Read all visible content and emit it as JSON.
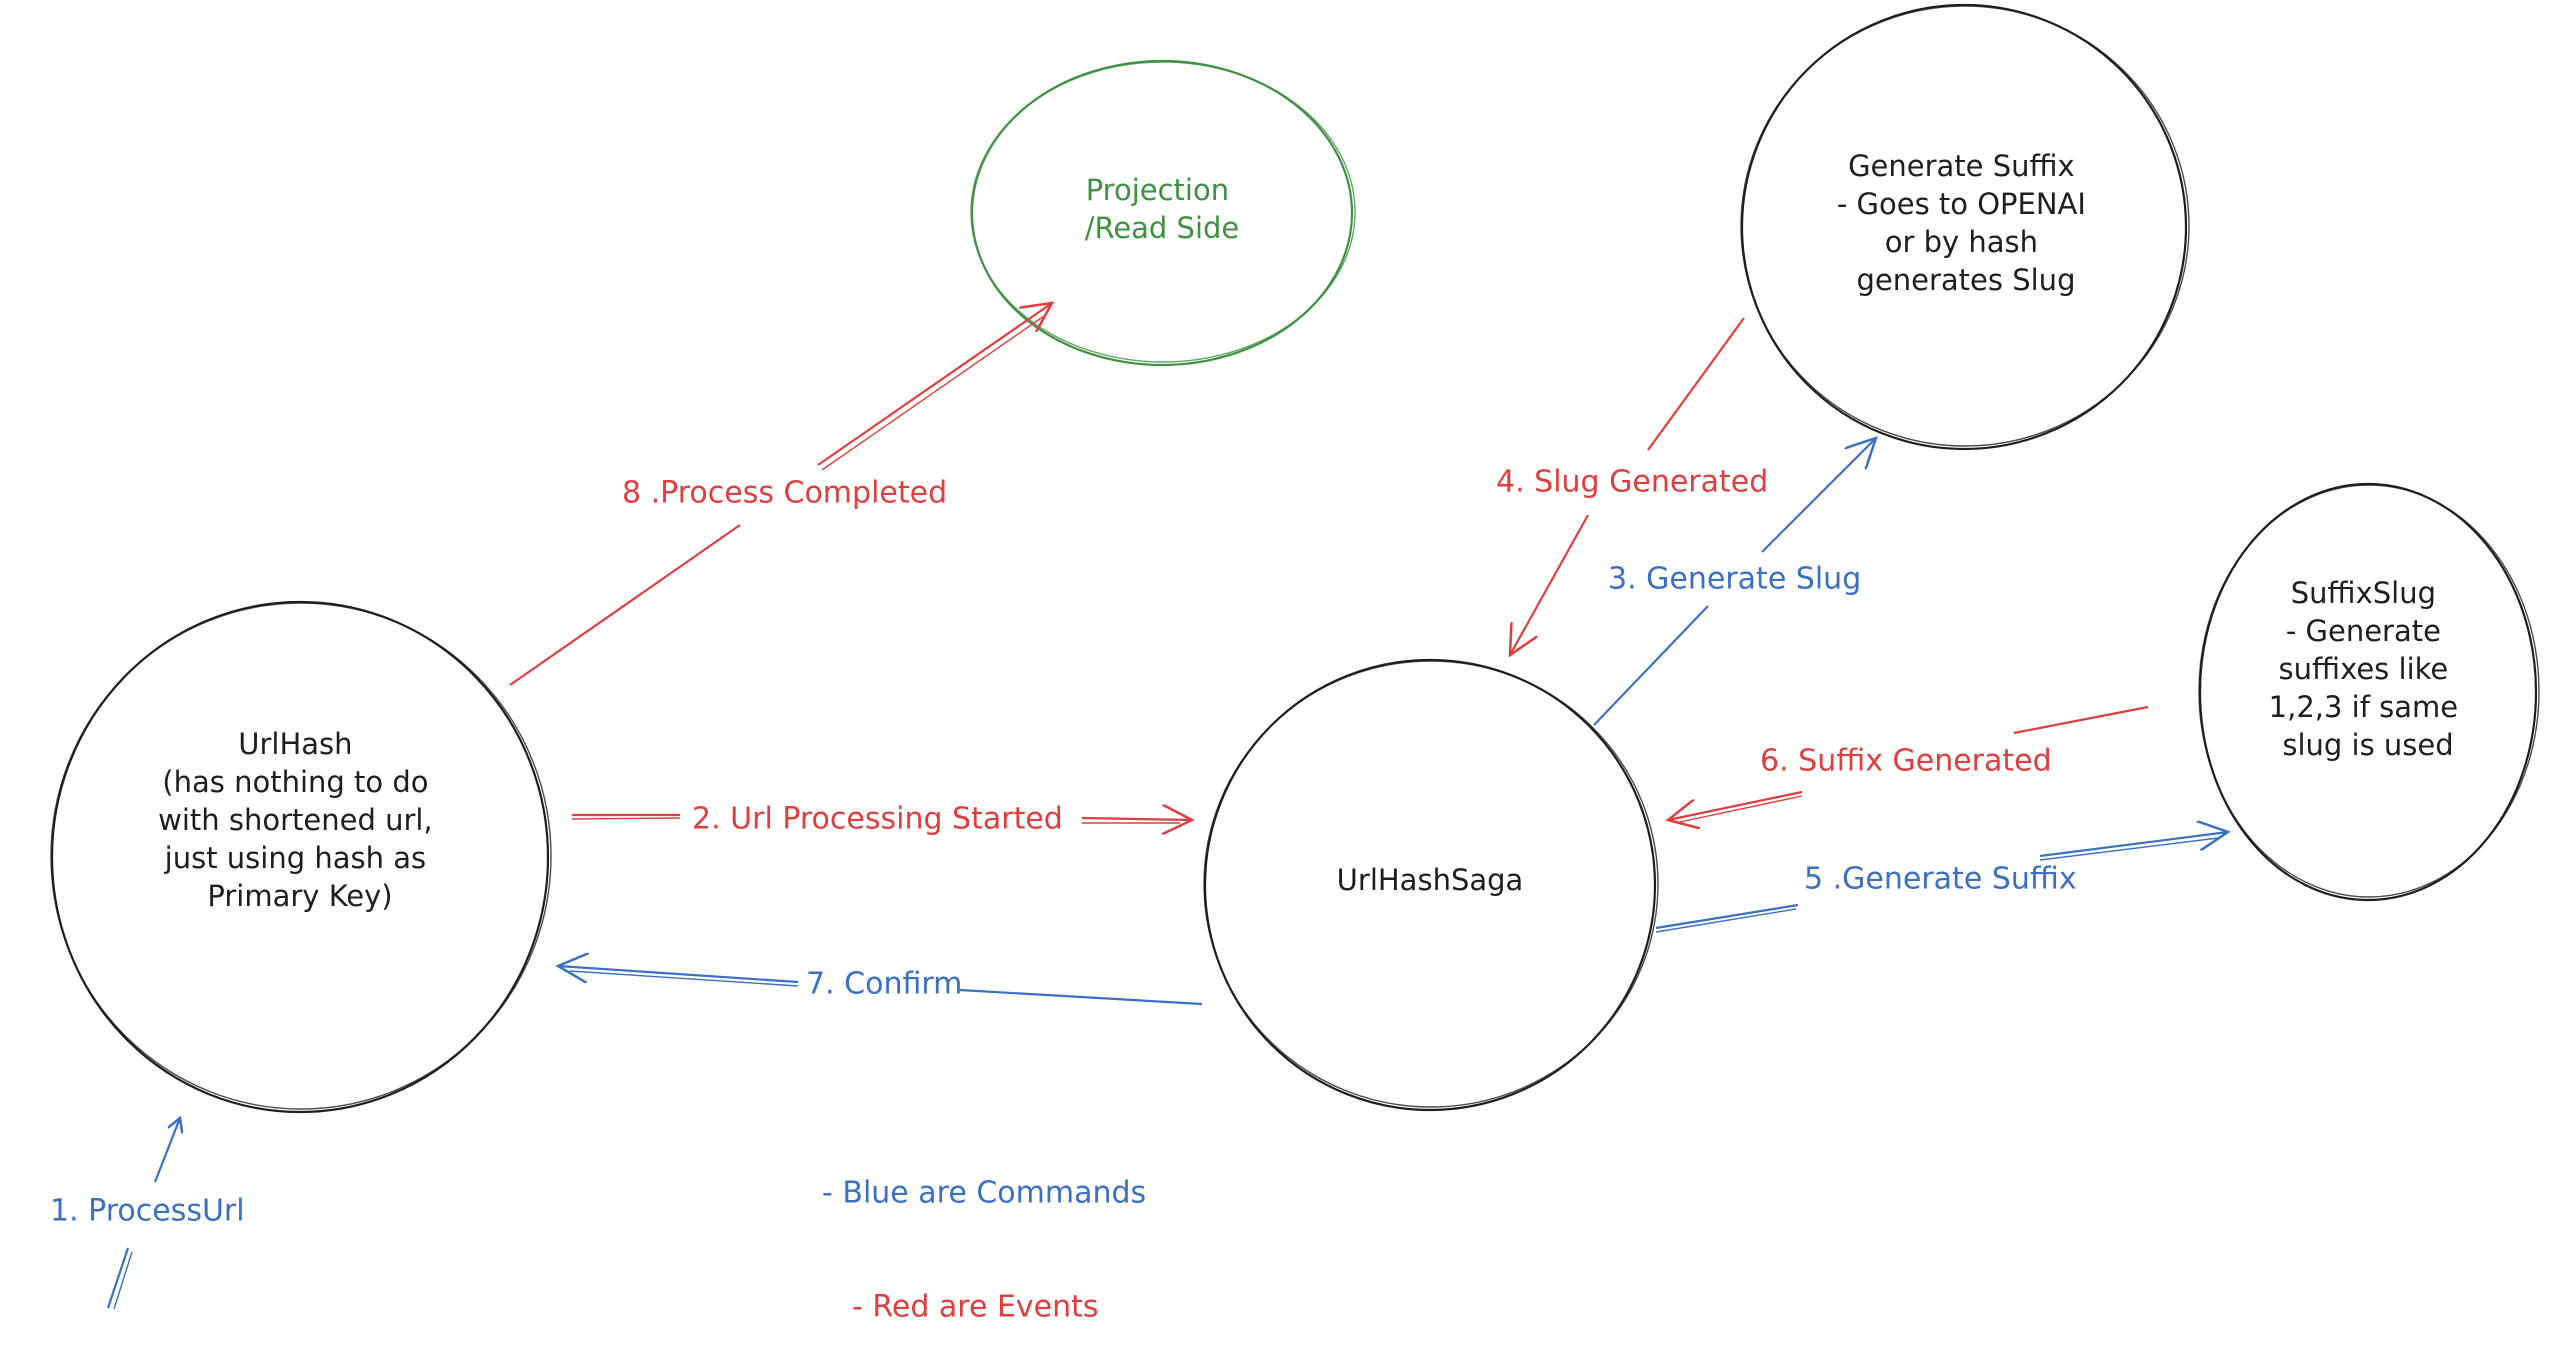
{
  "colors": {
    "command": "#3b6fc4",
    "event": "#e03e3e",
    "projection": "#3f9142",
    "node": "#1e1e1e",
    "background": "#ffffff"
  },
  "nodes": {
    "projection": {
      "lines": [
        "Projection",
        "/Read Side"
      ]
    },
    "generate_suffix": {
      "lines": [
        "Generate Suffix",
        "- Goes to OPENAI",
        "or by hash",
        "generates Slug"
      ]
    },
    "suffix_slug": {
      "lines": [
        "SuffixSlug",
        "- Generate",
        "suffixes like",
        "1,2,3 if same",
        "slug is used"
      ]
    },
    "url_hash": {
      "lines": [
        "UrlHash",
        "(has nothing to do",
        "with shortened url,",
        "just using hash as",
        "Primary Key)"
      ]
    },
    "url_hash_saga": {
      "lines": [
        "UrlHashSaga"
      ]
    }
  },
  "edges": {
    "e1": {
      "label": "1. ProcessUrl",
      "kind": "command"
    },
    "e2": {
      "label": "2. Url Processing Started",
      "kind": "event"
    },
    "e3": {
      "label": "3. Generate Slug",
      "kind": "command"
    },
    "e4": {
      "label": "4. Slug Generated",
      "kind": "event"
    },
    "e5": {
      "label": "5 .Generate Suffix",
      "kind": "command"
    },
    "e6": {
      "label": "6. Suffix Generated",
      "kind": "event"
    },
    "e7": {
      "label": "7. Confirm",
      "kind": "command"
    },
    "e8": {
      "label": "8 .Process Completed",
      "kind": "event"
    }
  },
  "legend": {
    "commands": "- Blue are Commands",
    "events": "- Red are Events"
  }
}
